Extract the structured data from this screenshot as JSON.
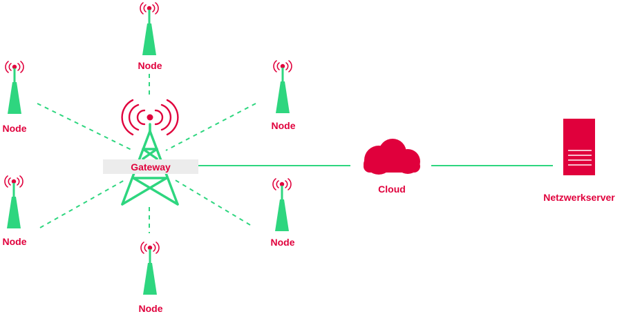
{
  "colors": {
    "accent_red": "#e0003c",
    "node_green": "#2ed67f",
    "link_green": "#2ed67f",
    "gateway_label_bg": "#ececec"
  },
  "nodes": [
    {
      "label": "Node",
      "icon": "antenna-tower-icon"
    },
    {
      "label": "Node",
      "icon": "antenna-tower-icon"
    },
    {
      "label": "Node",
      "icon": "antenna-tower-icon"
    },
    {
      "label": "Node",
      "icon": "antenna-tower-icon"
    },
    {
      "label": "Node",
      "icon": "antenna-tower-icon"
    },
    {
      "label": "Node",
      "icon": "antenna-tower-icon"
    }
  ],
  "gateway": {
    "label": "Gateway",
    "icon": "gateway-lattice-tower-icon"
  },
  "cloud": {
    "label": "Cloud",
    "icon": "cloud-icon"
  },
  "server": {
    "label": "Netzwerkserver",
    "icon": "server-icon"
  }
}
